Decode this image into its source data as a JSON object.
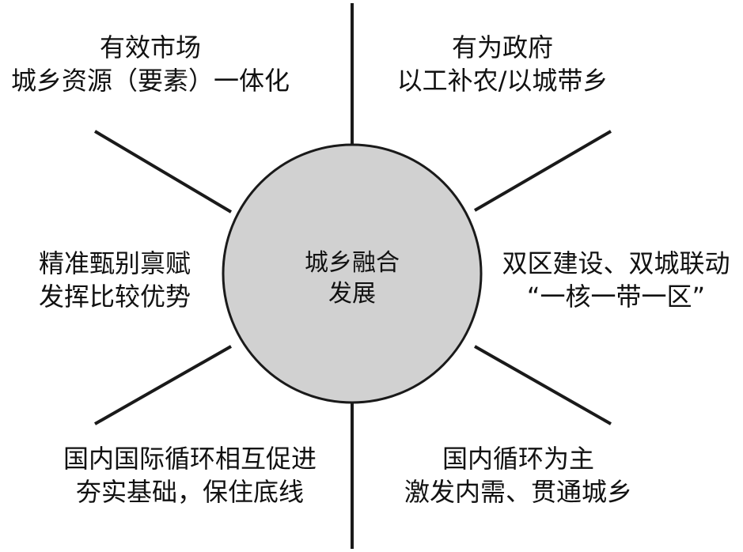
{
  "center": {
    "line1": "城乡融合",
    "line2": "发展"
  },
  "top_left": {
    "line1": "有效市场",
    "line2": "城乡资源（要素）一体化"
  },
  "top_right": {
    "line1": "有为政府",
    "line2": "以工补农/以城带乡"
  },
  "middle_left": {
    "line1": "精准甄别禀赋",
    "line2": "发挥比较优势"
  },
  "middle_right": {
    "line1": "双区建设、双城联动",
    "line2": "“一核一带一区”"
  },
  "bottom_left": {
    "line1": "国内国际循环相互促进",
    "line2": "夯实基础，保住底线"
  },
  "bottom_right": {
    "line1": "国内循环为主",
    "line2": "激发内需、贯通城乡"
  },
  "colors": {
    "circle_fill": "#d1d1d1",
    "line": "#1a1a1a",
    "text": "#111111"
  }
}
